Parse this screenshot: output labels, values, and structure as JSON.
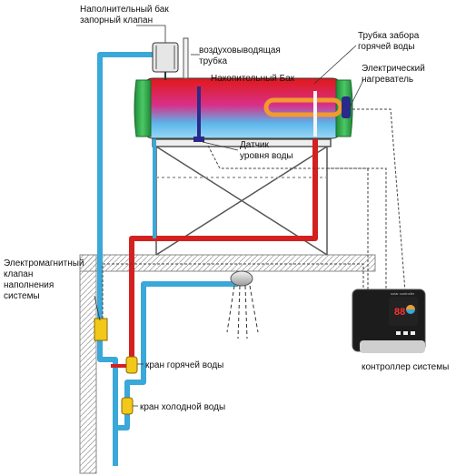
{
  "labels": {
    "fill_tank_line1": "Наполнительный бак",
    "fill_tank_line2": "запорный клапан",
    "air_vent_line1": "воздуховыводящая",
    "air_vent_line2": "трубка",
    "storage_tank": "Накопительный Бак",
    "hot_intake_line1": "Трубка забора",
    "hot_intake_line2": "горячей воды",
    "heater_line1": "Электрический",
    "heater_line2": "нагреватель",
    "level_sensor_line1": "Датчик",
    "level_sensor_line2": "уровня воды",
    "solenoid_line1": "Электромагнитный",
    "solenoid_line2": "клапан",
    "solenoid_line3": "наполнения",
    "solenoid_line4": "системы",
    "hot_tap": "кран горячей воды",
    "cold_tap": "кран холодной воды",
    "controller": "контроллер системы"
  },
  "controller_display": {
    "brand": "solar controller",
    "reading": "88"
  },
  "colors": {
    "hot_pipe": "#d42020",
    "cold_pipe": "#3aa8d8",
    "tank_cap": "#2ea84a",
    "wall": "#d8d8d8",
    "valve": "#f2c81a",
    "heater": "#f29a2e"
  }
}
